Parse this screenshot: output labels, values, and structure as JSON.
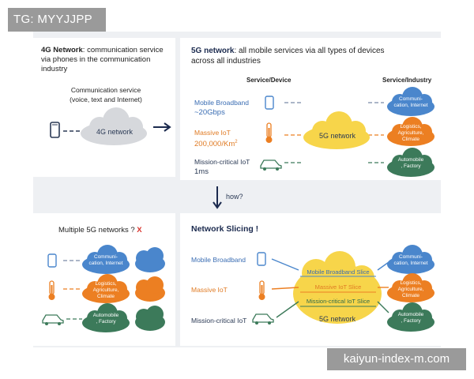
{
  "watermark": {
    "tag": "TG: MYYJJPP",
    "footer": "kaiyun-index-m.com"
  },
  "panel_4g": {
    "title_bold": "4G Network",
    "title_rest": ": communication service",
    "title_line2": "via phones in the communication",
    "title_line3": "industry",
    "service_line1": "Communication service",
    "service_line2": "(voice, text and Internet)",
    "cloud_label": "4G network"
  },
  "panel_5g": {
    "title_bold": "5G network",
    "title_rest": ": all mobile services via all types of devices",
    "title_line2": "across all industries",
    "header_device": "Service/Device",
    "header_industry": "Service/Industry",
    "rows": [
      {
        "label": "Mobile Broadband",
        "sub": "~20Gbps",
        "industry_1": "Communi-",
        "industry_2": "cation, Internet"
      },
      {
        "label": "Massive IoT",
        "sub": "200,000/Km",
        "sup": "2",
        "industry_1": "Logistics,",
        "industry_2": "Agriculture,",
        "industry_3": "Climate"
      },
      {
        "label": "Mission-critical IoT",
        "sub": "1ms",
        "industry_1": "Automobile",
        "industry_2": ", Factory"
      }
    ],
    "cloud_label": "5G network"
  },
  "how": "how?",
  "panel_multi": {
    "title": "Multiple 5G networks ?",
    "mark": "X",
    "clouds": [
      {
        "l1": "Communi-",
        "l2": "cation, Internet"
      },
      {
        "l1": "Logistics,",
        "l2": "Agriculture,",
        "l3": "Climate"
      },
      {
        "l1": "Automobile",
        "l2": ", Factory"
      }
    ]
  },
  "panel_slicing": {
    "title": "Network Slicing !",
    "rows": [
      {
        "label": "Mobile Broadband",
        "slice": "Mobile Broadband Slice",
        "industry_1": "Communi-",
        "industry_2": "cation, Internet"
      },
      {
        "label": "Massive IoT",
        "slice": "Massive IoT Slice",
        "industry_1": "Logistics,",
        "industry_2": "Agriculture,",
        "industry_3": "Climate"
      },
      {
        "label": "Mission-critical IoT",
        "slice": "Mission-critical IoT Slice",
        "industry_1": "Automobile",
        "industry_2": ", Factory"
      }
    ],
    "cloud_label": "5G network"
  },
  "colors": {
    "blue": "#4a86cc",
    "orange": "#ec7f22",
    "green": "#3c7a5a",
    "yellow": "#f7d54a",
    "grey": "#d6d8dc",
    "navy": "#1b2a4e"
  }
}
